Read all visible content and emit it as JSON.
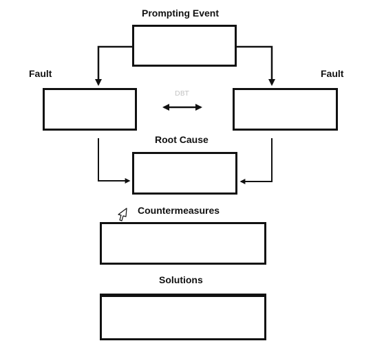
{
  "diagram": {
    "labels": {
      "prompting_event": "Prompting Event",
      "fault_left": "Fault",
      "fault_right": "Fault",
      "dbt": "DBT",
      "root_cause": "Root Cause",
      "countermeasures": "Countermeasures",
      "solutions": "Solutions"
    },
    "icons": [
      "mouse-cursor-icon"
    ]
  }
}
